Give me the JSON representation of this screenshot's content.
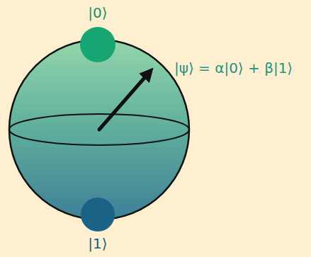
{
  "diagram": {
    "nodes": [
      {
        "text": [
          "|0⟩"
        ]
      },
      {
        "text": [
          "|1⟩"
        ]
      }
    ],
    "labels": [
      "|ψ⟩ = α|0⟩ + β|1⟩"
    ]
  }
}
